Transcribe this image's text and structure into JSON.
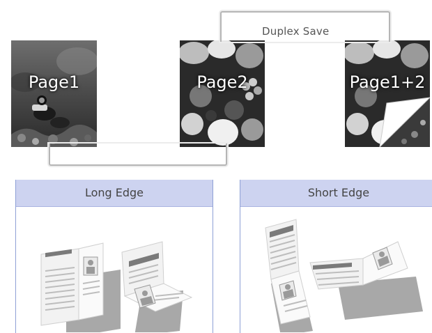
{
  "pages": [
    {
      "label": "Page1"
    },
    {
      "label": "Page2"
    },
    {
      "label": "Page1+2"
    }
  ],
  "duplex_label": "Duplex Save",
  "panels": [
    {
      "title": "Long Edge"
    },
    {
      "title": "Short Edge"
    }
  ],
  "colors": {
    "bracket": "#b5b5b5",
    "panel_header": "#cdd3f0",
    "panel_border": "#8ea0d6"
  }
}
